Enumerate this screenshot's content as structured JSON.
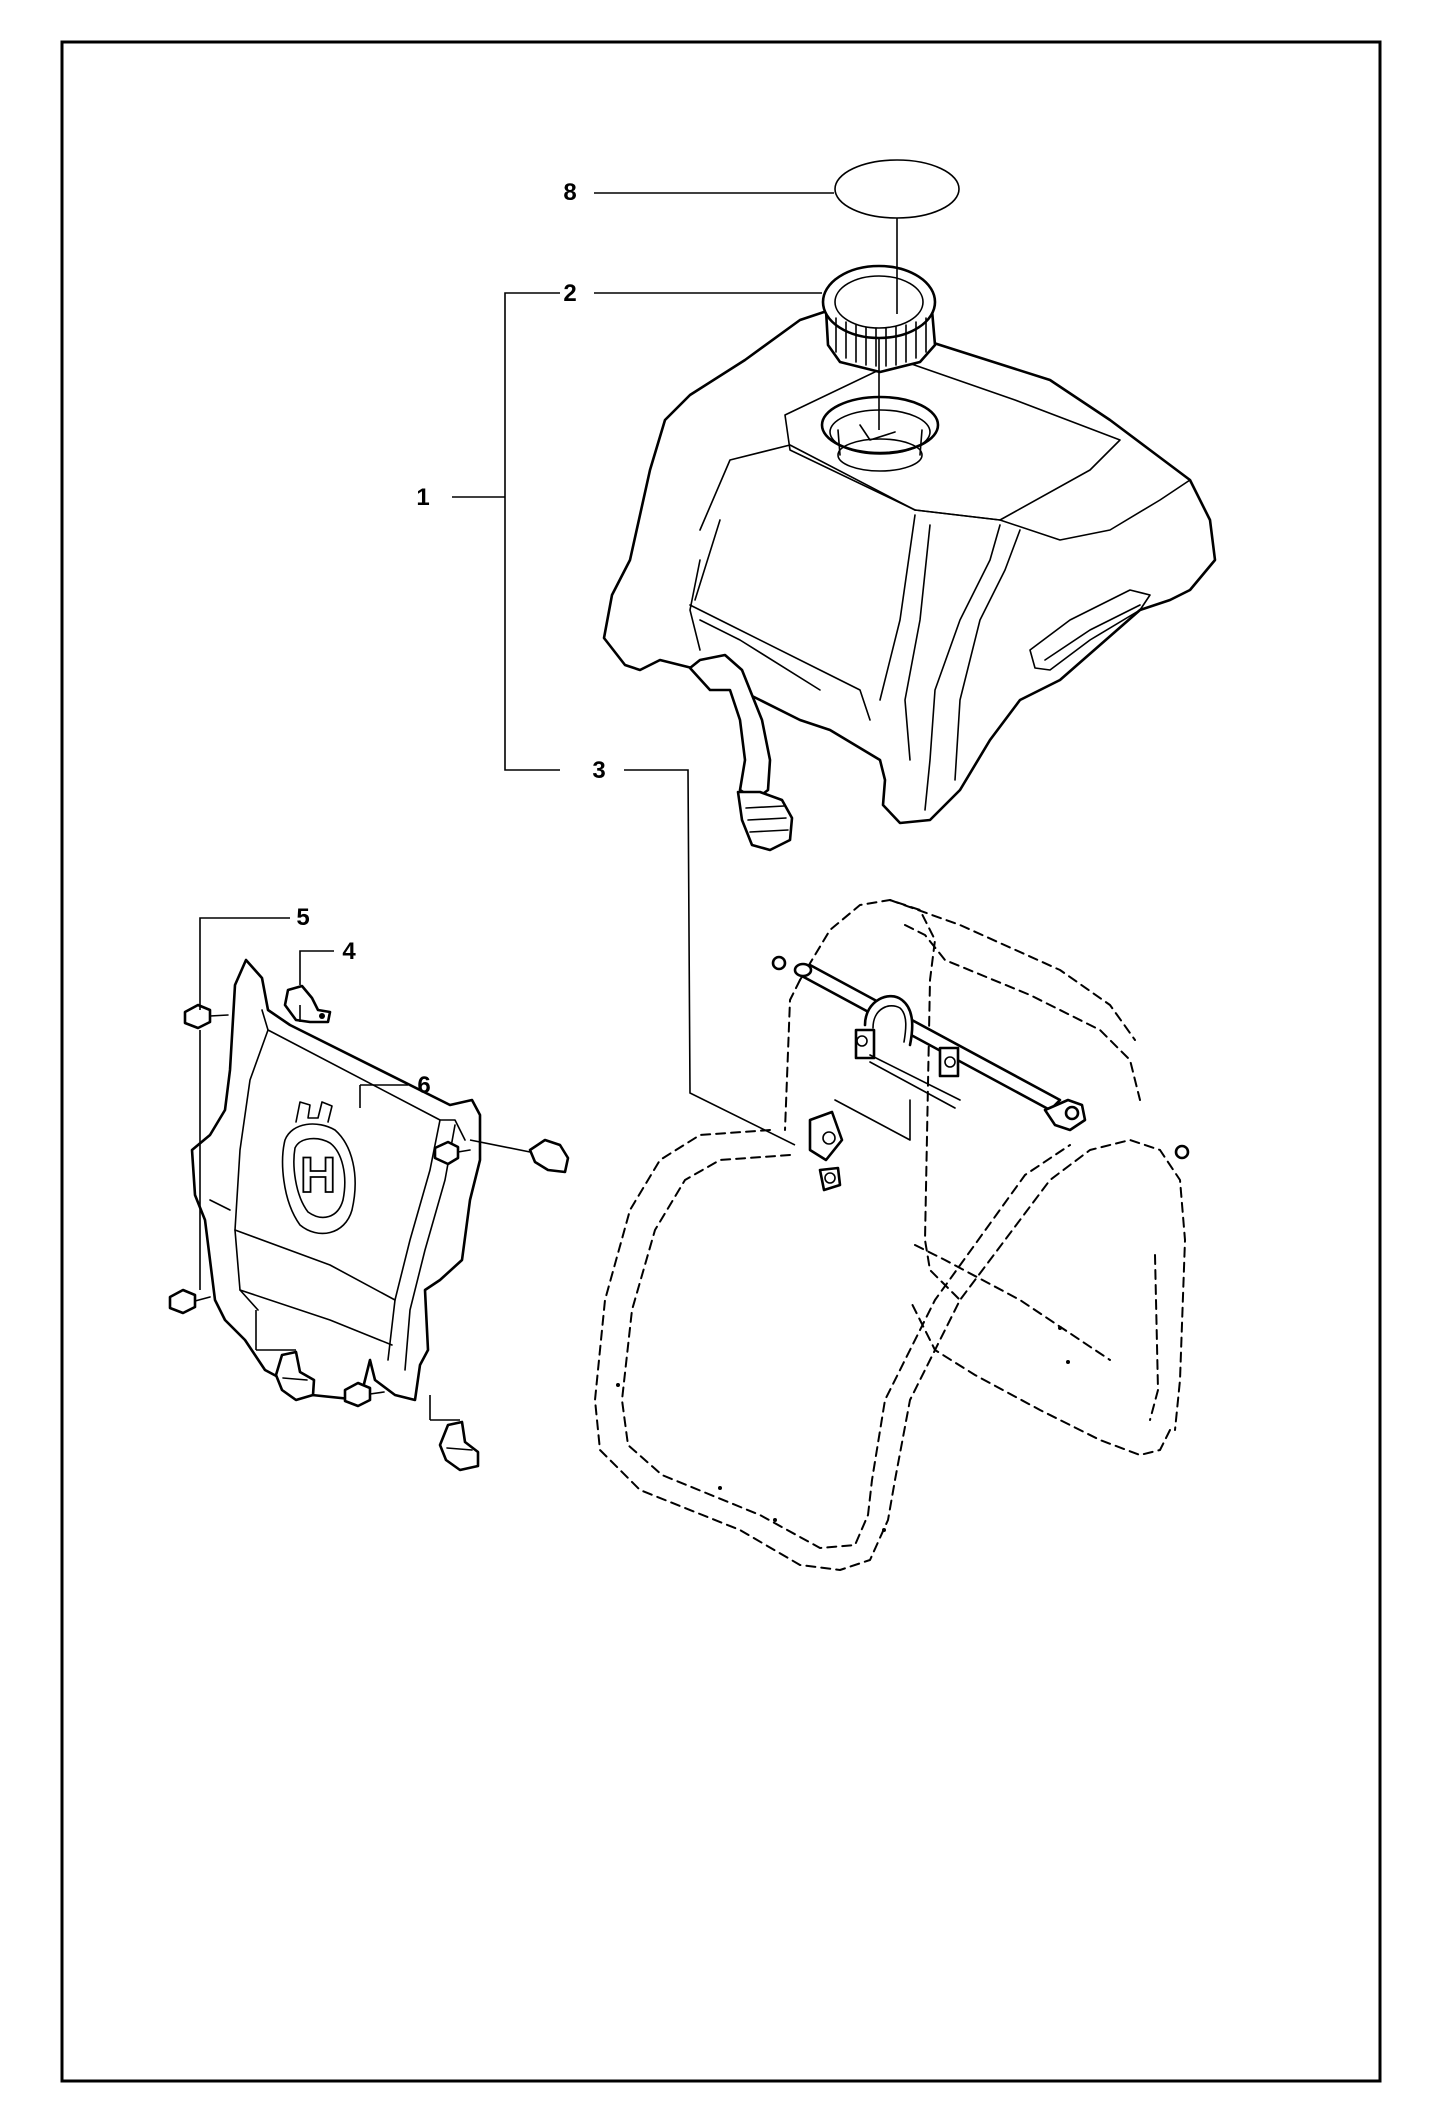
{
  "diagram": {
    "callouts": [
      {
        "id": "c8",
        "label": "8"
      },
      {
        "id": "c2",
        "label": "2"
      },
      {
        "id": "c1",
        "label": "1"
      },
      {
        "id": "c3",
        "label": "3"
      },
      {
        "id": "c5",
        "label": "5"
      },
      {
        "id": "c4",
        "label": "4"
      },
      {
        "id": "c6",
        "label": "6"
      }
    ],
    "logo_text": "H"
  }
}
